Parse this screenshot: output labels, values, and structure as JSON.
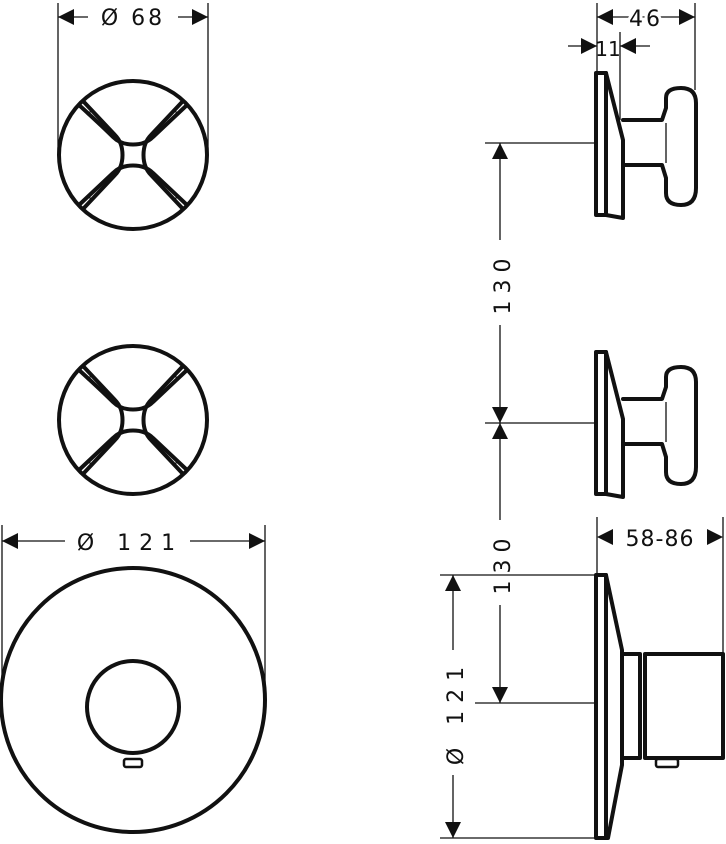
{
  "drawing": {
    "line_color": "#111111",
    "dimensions": {
      "knob_diameter": "Ø 68",
      "plate_diameter_top": "Ø 121",
      "knob_depth": "46",
      "plate_thickness": "11",
      "spacing_upper": "130",
      "spacing_lower": "130",
      "body_depth_range": "58-86",
      "plate_diameter_side": "Ø 121"
    }
  }
}
